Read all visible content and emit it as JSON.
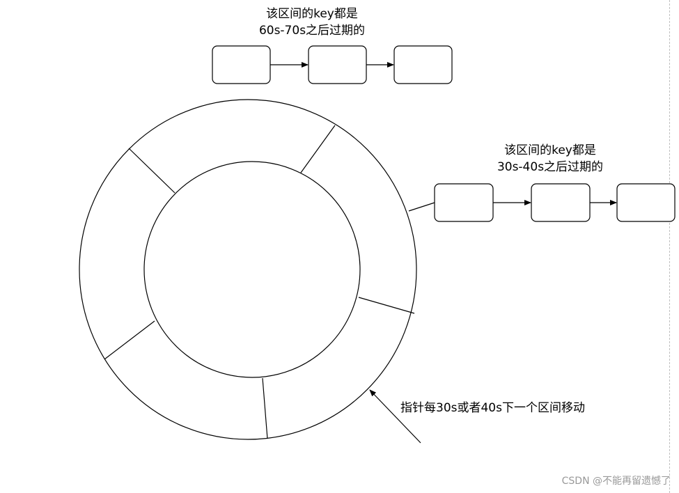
{
  "labels": {
    "top_list_line1": "该区间的key都是",
    "top_list_line2": "60s-70s之后过期的",
    "right_list_line1": "该区间的key都是",
    "right_list_line2": "30s-40s之后过期的",
    "pointer_caption": "指针每30s或者40s下一个区间移动"
  },
  "watermark": "CSDN @不能再留遗憾了"
}
